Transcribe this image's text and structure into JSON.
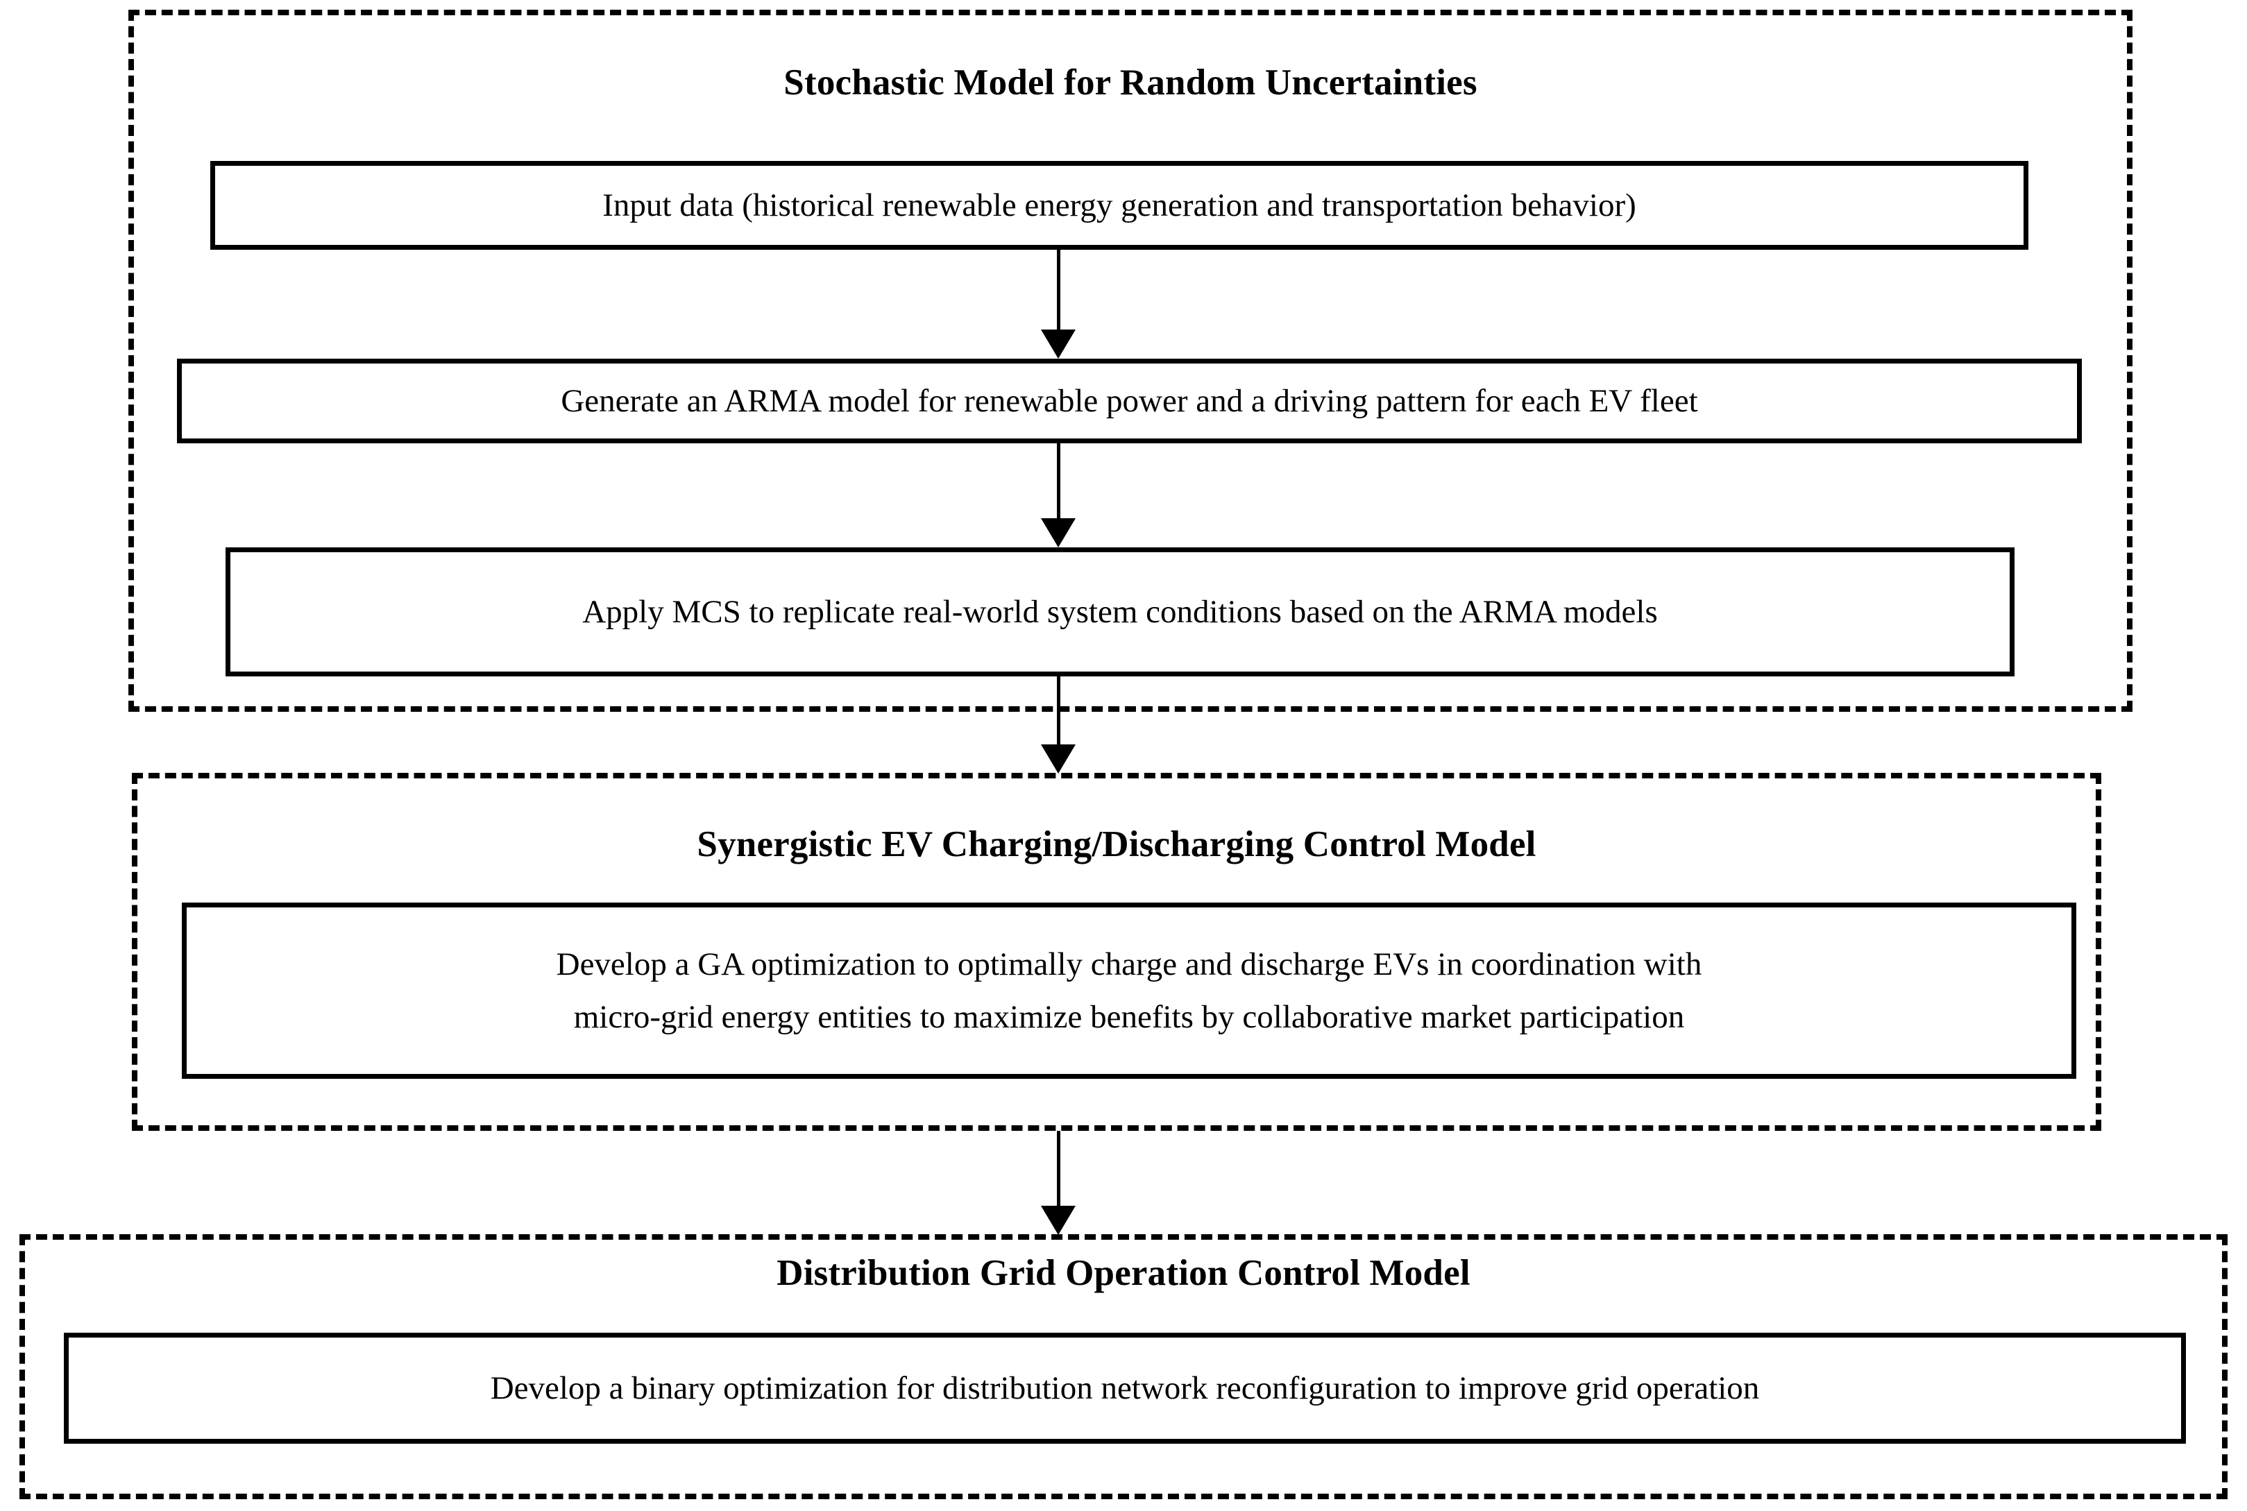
{
  "diagram": {
    "type": "flowchart",
    "title": "Three-stage modeling framework flowchart",
    "orientation": "top-to-bottom",
    "colors": {
      "stroke": "#000000",
      "background": "#ffffff"
    },
    "groups": [
      {
        "id": "stochastic-model",
        "heading": "Stochastic Model for Random Uncertainties",
        "border_style": "dashed",
        "steps": [
          {
            "id": "input-data",
            "text": "Input data (historical renewable energy generation and transportation behavior)"
          },
          {
            "id": "generate-arma",
            "text": "Generate an ARMA model for renewable power and a driving pattern for each EV fleet"
          },
          {
            "id": "apply-mcs",
            "text": "Apply MCS to replicate real-world system conditions based on the ARMA models"
          }
        ]
      },
      {
        "id": "synergistic-ev-control",
        "heading": "Synergistic EV Charging/Discharging Control Model",
        "border_style": "dashed",
        "steps": [
          {
            "id": "ga-optimization",
            "text": "Develop a GA optimization to optimally charge and discharge EVs in coordination with\nmicro-grid energy entities to maximize benefits by collaborative market participation"
          }
        ]
      },
      {
        "id": "distribution-grid-control",
        "heading": "Distribution Grid Operation Control Model",
        "border_style": "dashed",
        "steps": [
          {
            "id": "binary-optimization",
            "text": "Develop a binary optimization for distribution network reconfiguration to improve grid operation"
          }
        ]
      }
    ],
    "connectors": [
      {
        "id": "arrow-input-to-arma",
        "from": "input-data",
        "to": "generate-arma",
        "glyph": "down-arrow"
      },
      {
        "id": "arrow-arma-to-mcs",
        "from": "generate-arma",
        "to": "apply-mcs",
        "glyph": "down-arrow"
      },
      {
        "id": "arrow-mcs-to-ga",
        "from": "apply-mcs",
        "to": "ga-optimization",
        "glyph": "down-arrow"
      },
      {
        "id": "arrow-ga-to-binary",
        "from": "ga-optimization",
        "to": "binary-optimization",
        "glyph": "down-arrow"
      }
    ]
  }
}
